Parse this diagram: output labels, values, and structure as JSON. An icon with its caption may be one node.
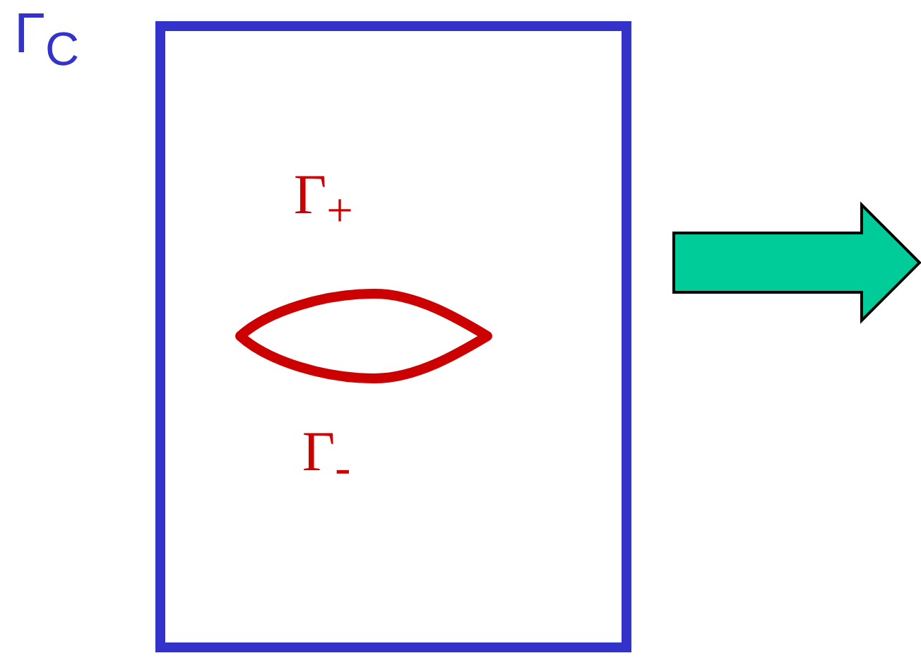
{
  "diagram": {
    "nodes": [
      {
        "text": [
          "Γ$_{C}$"
        ]
      },
      {
        "text": [],
        "shape": "ellipse",
        "in": 0
      }
    ],
    "labels": [
      "Γ$_{+}$",
      "Γ$_{-}$"
    ]
  }
}
